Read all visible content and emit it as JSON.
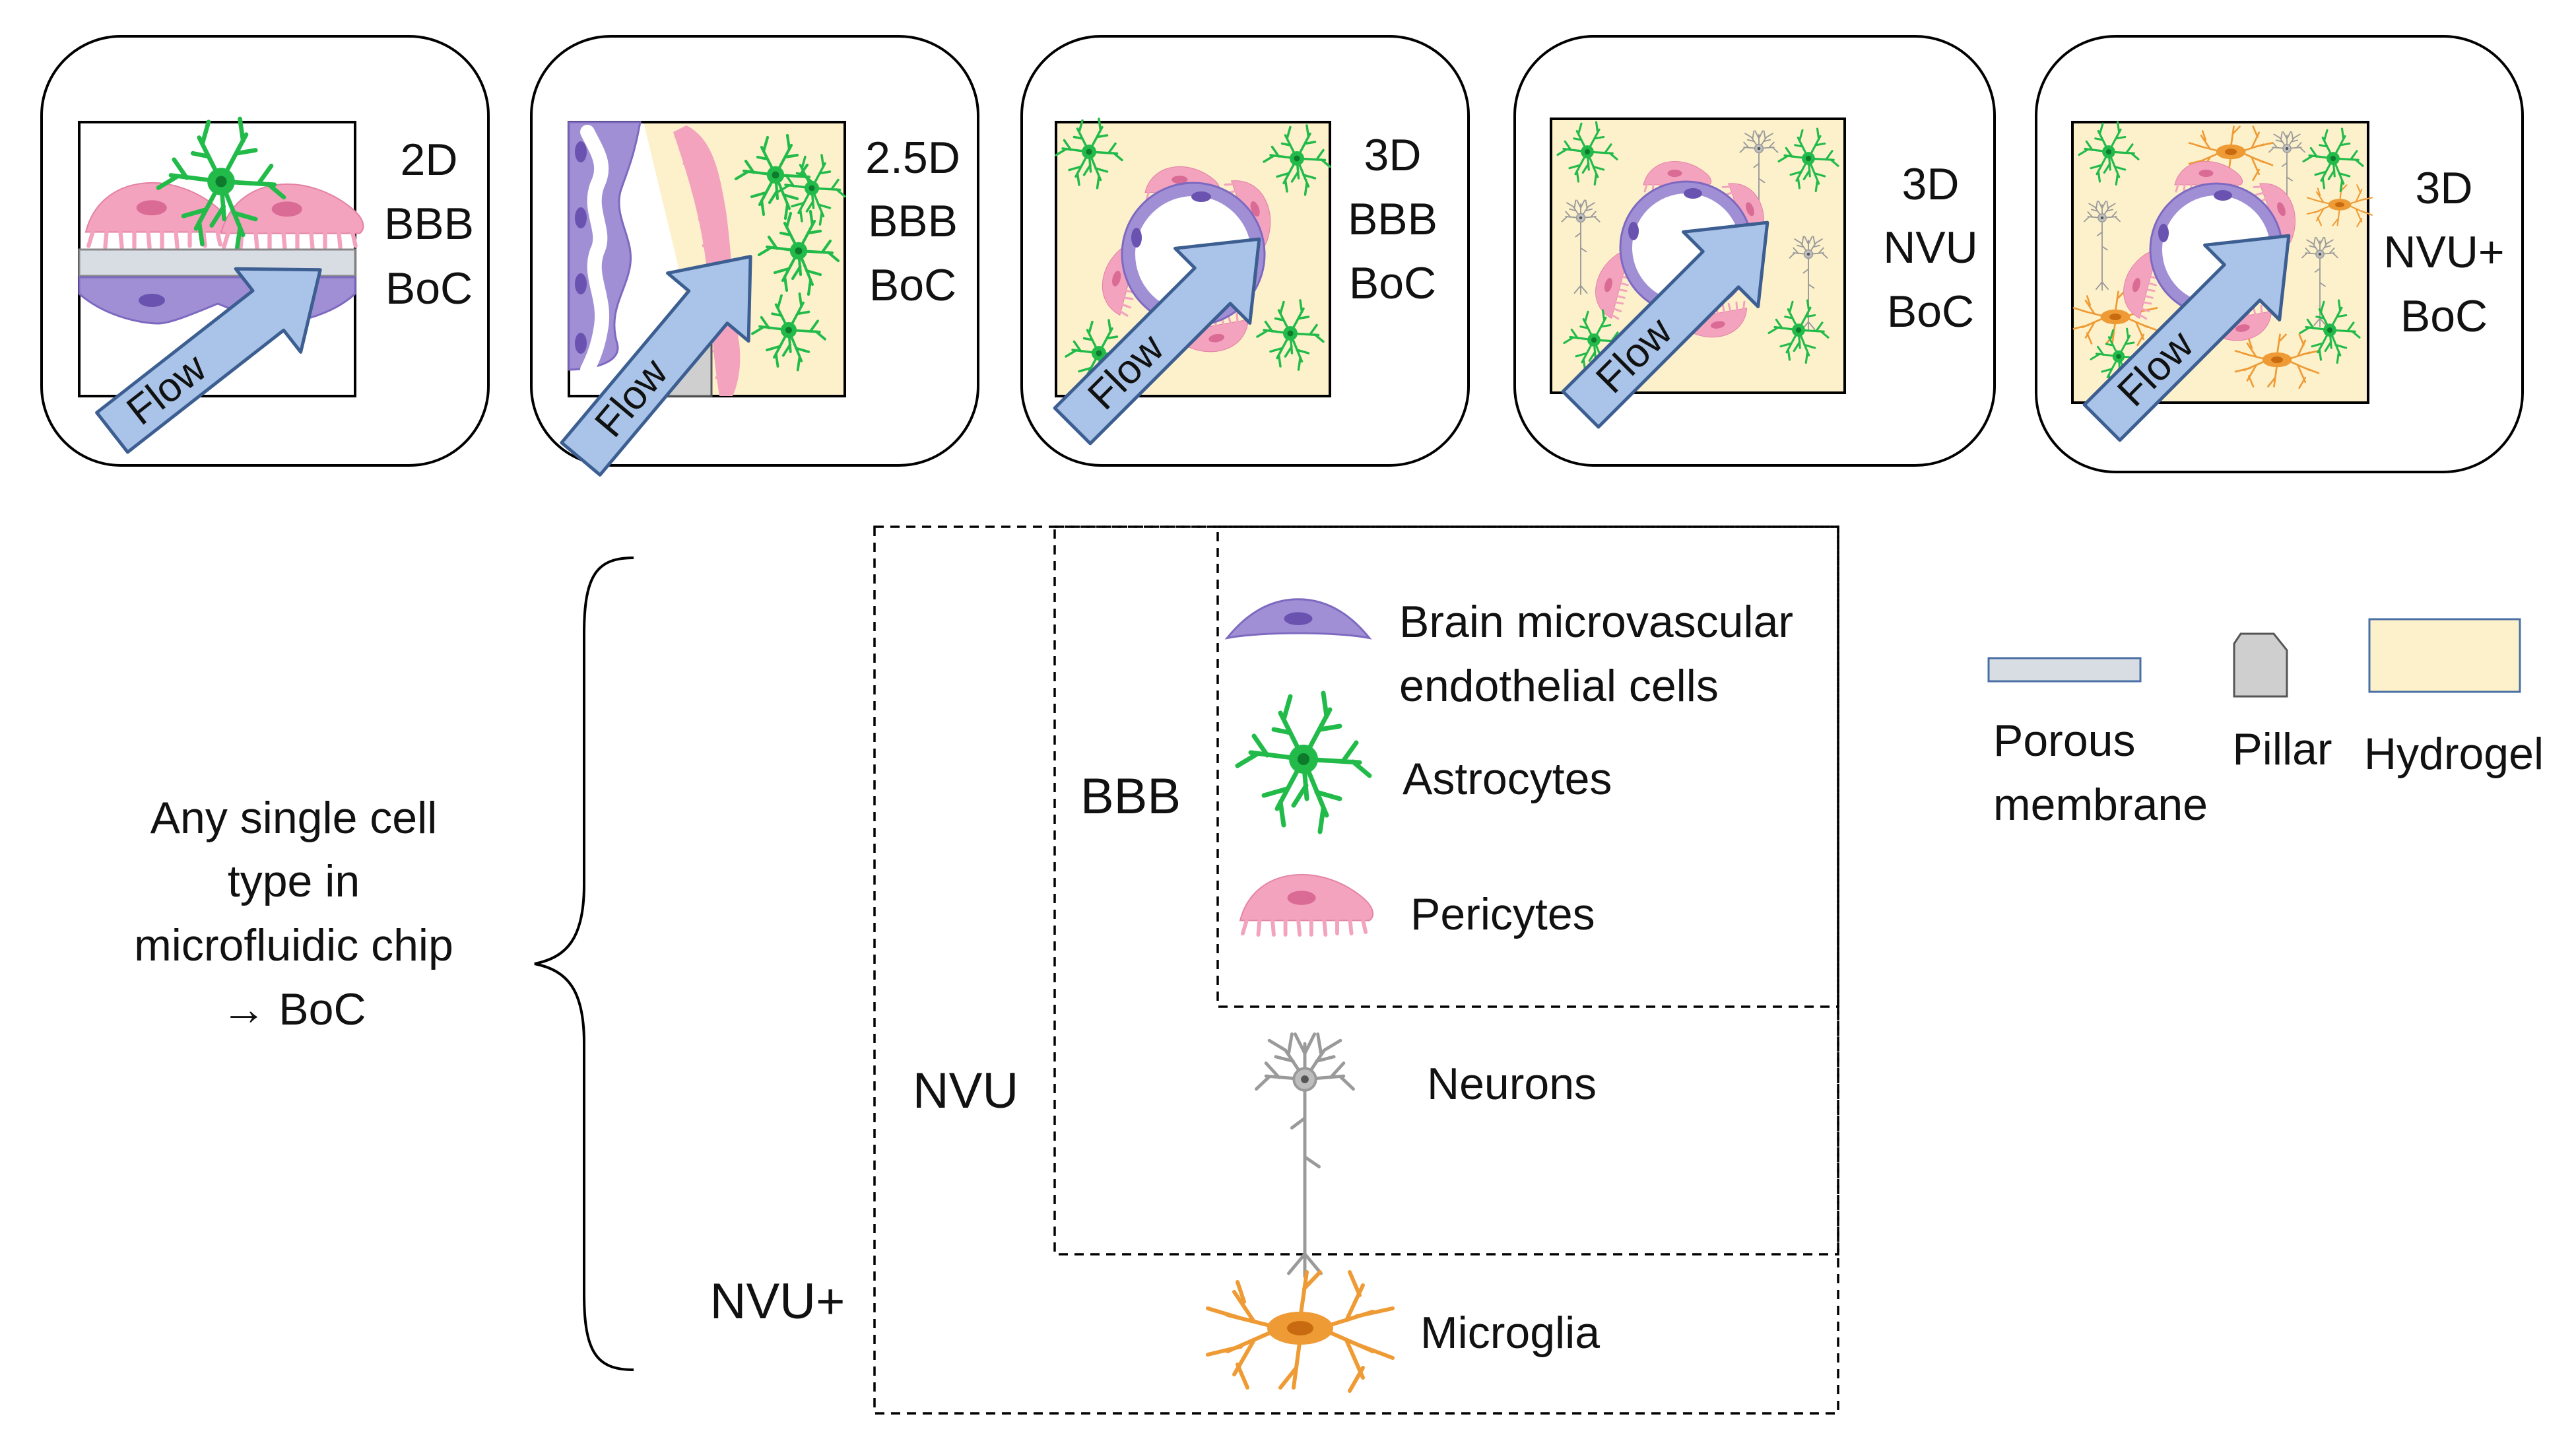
{
  "panels": [
    {
      "id": "2d",
      "lines": [
        "2D",
        "BBB",
        "BoC"
      ],
      "flow": "Flow"
    },
    {
      "id": "25d",
      "lines": [
        "2.5D",
        "BBB",
        "BoC"
      ],
      "flow": "Flow"
    },
    {
      "id": "3dbbb",
      "lines": [
        "3D",
        "BBB",
        "BoC"
      ],
      "flow": "Flow"
    },
    {
      "id": "3dnvu",
      "lines": [
        "3D",
        "NVU",
        "BoC"
      ],
      "flow": "Flow"
    },
    {
      "id": "3dnvup",
      "lines": [
        "3D",
        "NVU+",
        "BoC"
      ],
      "flow": "Flow"
    }
  ],
  "left_text": [
    "Any single cell",
    "type in",
    "microfluidic chip",
    "→ BoC"
  ],
  "groups": {
    "bbb": "BBB",
    "nvu": "NVU",
    "nvu_plus": "NVU+"
  },
  "cells": {
    "endothelial": [
      "Brain microvascular",
      "endothelial cells"
    ],
    "astrocytes": "Astrocytes",
    "pericytes": "Pericytes",
    "neurons": "Neurons",
    "microglia": "Microglia"
  },
  "legend": {
    "membrane": [
      "Porous",
      "membrane"
    ],
    "pillar": "Pillar",
    "hydrogel": "Hydrogel"
  },
  "colors": {
    "endothelial": "#a08fd4",
    "endothelial_nucleus": "#6a53b0",
    "astrocyte": "#22bb4a",
    "astrocyte_nucleus": "#0e7a2c",
    "pericyte": "#f4a3bf",
    "pericyte_nucleus": "#d96b94",
    "neuron": "#9a9a9a",
    "microglia": "#ef9b35",
    "microglia_nucleus": "#c86a10",
    "hydrogel": "#fdf1cc",
    "membrane": "#d8dde3",
    "pillar": "#cfcfcf",
    "flow_arrow": "#a9c4e8",
    "flow_arrow_stroke": "#3c5e91"
  }
}
